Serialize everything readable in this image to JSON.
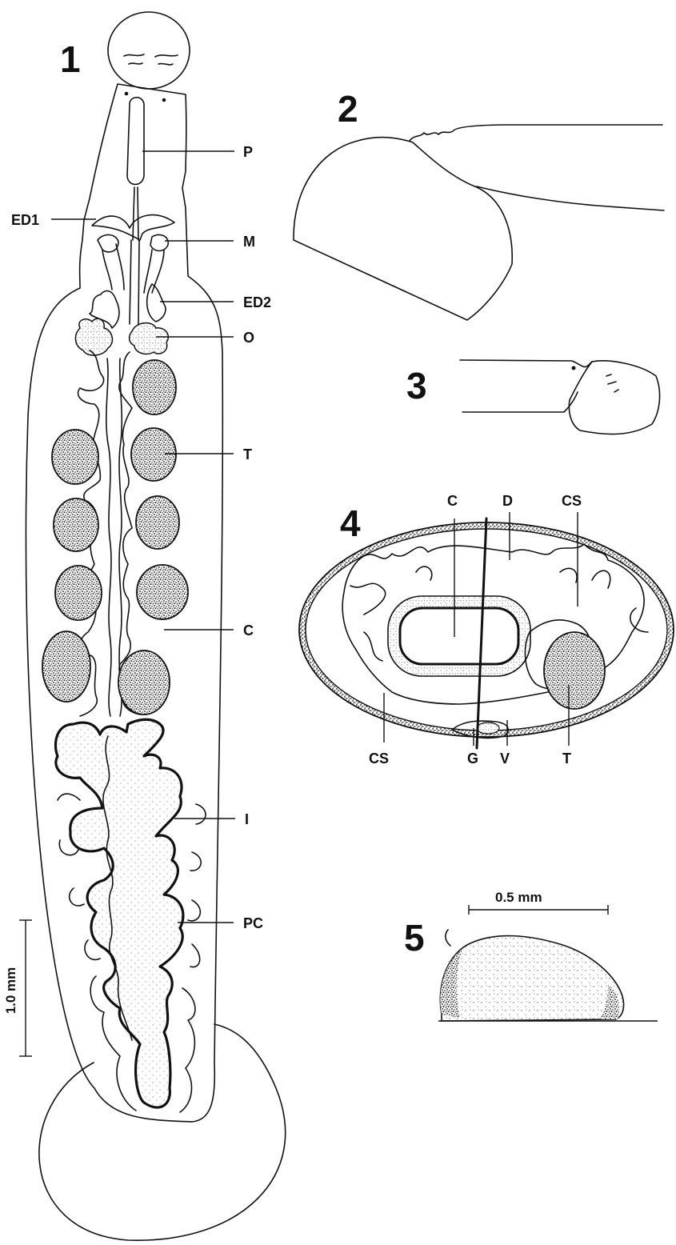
{
  "figures": {
    "fig1": {
      "number": "1",
      "labels": [
        "P",
        "ED1",
        "M",
        "ED2",
        "O",
        "T",
        "C",
        "I",
        "PC"
      ],
      "scale": "1.0 mm"
    },
    "fig2": {
      "number": "2"
    },
    "fig3": {
      "number": "3"
    },
    "fig4": {
      "number": "4",
      "labels": [
        "C",
        "D",
        "CS",
        "CS",
        "G",
        "V",
        "T"
      ]
    },
    "fig5": {
      "number": "5",
      "scale": "0.5 mm"
    }
  }
}
